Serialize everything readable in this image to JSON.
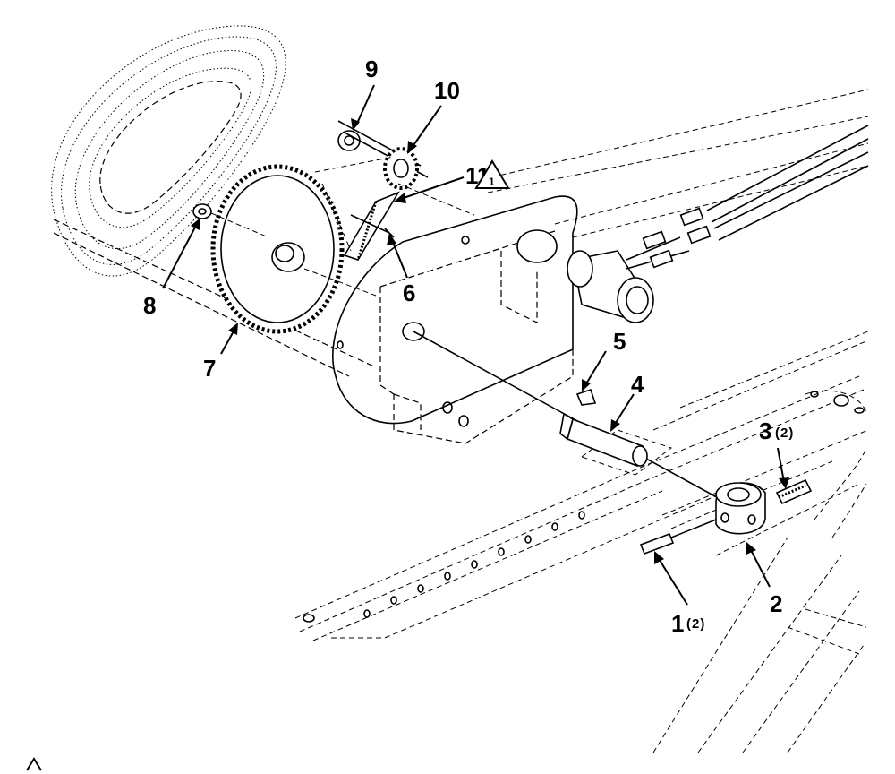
{
  "callouts": [
    {
      "id": "c1",
      "label": "1",
      "qty": "(2)"
    },
    {
      "id": "c2",
      "label": "2",
      "qty": ""
    },
    {
      "id": "c3",
      "label": "3",
      "qty": "(2)"
    },
    {
      "id": "c4",
      "label": "4",
      "qty": ""
    },
    {
      "id": "c5",
      "label": "5",
      "qty": ""
    },
    {
      "id": "c6",
      "label": "6",
      "qty": ""
    },
    {
      "id": "c7",
      "label": "7",
      "qty": ""
    },
    {
      "id": "c8",
      "label": "8",
      "qty": ""
    },
    {
      "id": "c9",
      "label": "9",
      "qty": ""
    },
    {
      "id": "c10",
      "label": "10",
      "qty": ""
    },
    {
      "id": "c11",
      "label": "11",
      "qty": ""
    }
  ],
  "note_triangle": {
    "label": "1"
  },
  "footnote_triangle": {
    "label": ""
  }
}
